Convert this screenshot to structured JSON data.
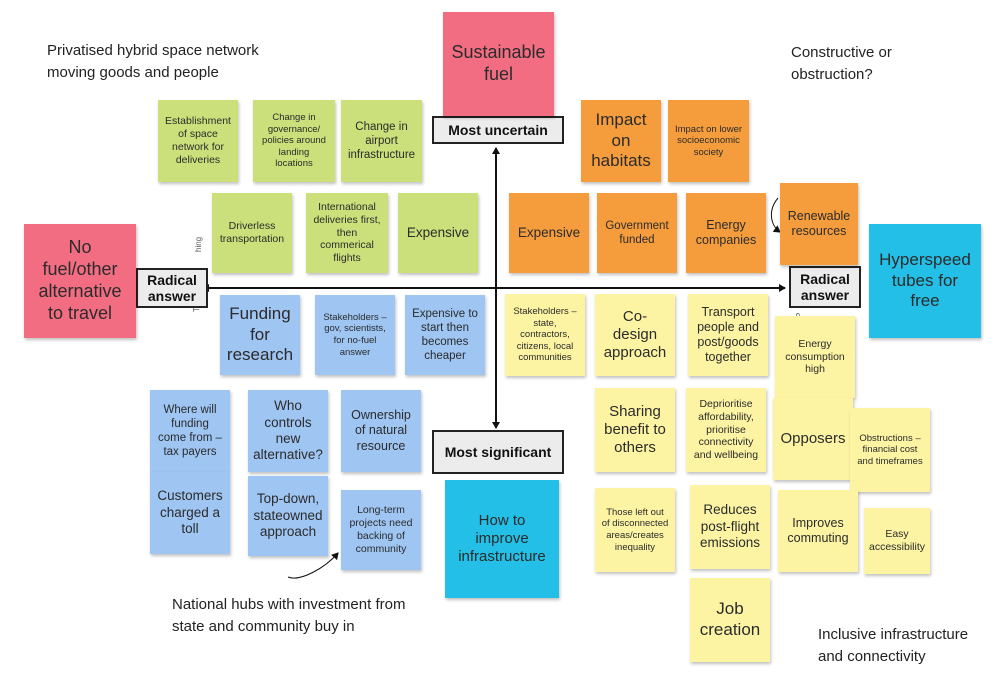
{
  "free_text": {
    "top_left": "Privatised hybrid space network moving goods and people",
    "top_right": "Constructive or obstruction?",
    "bottom_left": "National hubs with investment from state and community buy in",
    "bottom_right": "Inclusive infrastructure and connectivity"
  },
  "axis_labels": {
    "top": "Most uncertain",
    "bottom": "Most significant",
    "left": "Radical answer",
    "right": "Radical answer"
  },
  "partial_text": {
    "left_vertical": "Typ",
    "left_horizontal": "hing",
    "right_vertical": "P"
  },
  "notes": {
    "sustainable_fuel": "Sustainable fuel",
    "no_fuel": "No fuel/other alternative to travel",
    "hyperspeed": "Hyperspeed tubes for free",
    "how_to_improve": "How to improve infrastructure",
    "space_network": "Establishment of space network for deliveries",
    "change_governance": "Change in governance/ policies around landing locations",
    "change_airport": "Change in airport infrastructure",
    "driverless": "Driverless transportation",
    "international": "International deliveries first, then commerical flights",
    "expensive_green": "Expensive",
    "impact_habitats": "Impact on habitats",
    "impact_lower": "Impact on lower socioeconomic society",
    "expensive_orange": "Expensive",
    "government_funded": "Government funded",
    "energy_companies": "Energy companies",
    "renewable": "Renewable resources",
    "funding_research": "Funding for research",
    "stakeholders_gov": "Stakeholders – gov, scientists, for no-fuel answer",
    "expensive_cheaper": "Expensive to start then becomes cheaper",
    "where_funding": "Where will funding come from – tax payers",
    "who_controls": "Who controls new alternative?",
    "ownership": "Ownership of natural resource",
    "customers_toll": "Customers charged a toll",
    "top_down": "Top-down, stateowned approach",
    "long_term": "Long-term projects need backing of community",
    "stakeholders_state": "Stakeholders – state, contractors, citizens, local communities",
    "co_design": "Co-design approach",
    "transport_people": "Transport people and post/goods together",
    "energy_consumption": "Energy consumption high",
    "sharing_benefit": "Sharing benefit to others",
    "deprioritise": "Deprioritise affordability, prioritise connectivity and wellbeing",
    "opposers": "Opposers",
    "obstructions": "Obstructions – financial cost and timeframes",
    "those_left_out": "Those left out of disconnected areas/creates inequality",
    "reduces_emissions": "Reduces post-flight emissions",
    "improves_commuting": "Improves commuting",
    "easy_accessibility": "Easy accessibility",
    "job_creation": "Job creation"
  },
  "colors": {
    "green": "#cbe07a",
    "pink": "#f26d82",
    "orange": "#f59d3d",
    "blue": "#9fc5f3",
    "yellow": "#fdf4a3",
    "cyan": "#24bfe6",
    "axis_label_bg": "#ececec"
  }
}
